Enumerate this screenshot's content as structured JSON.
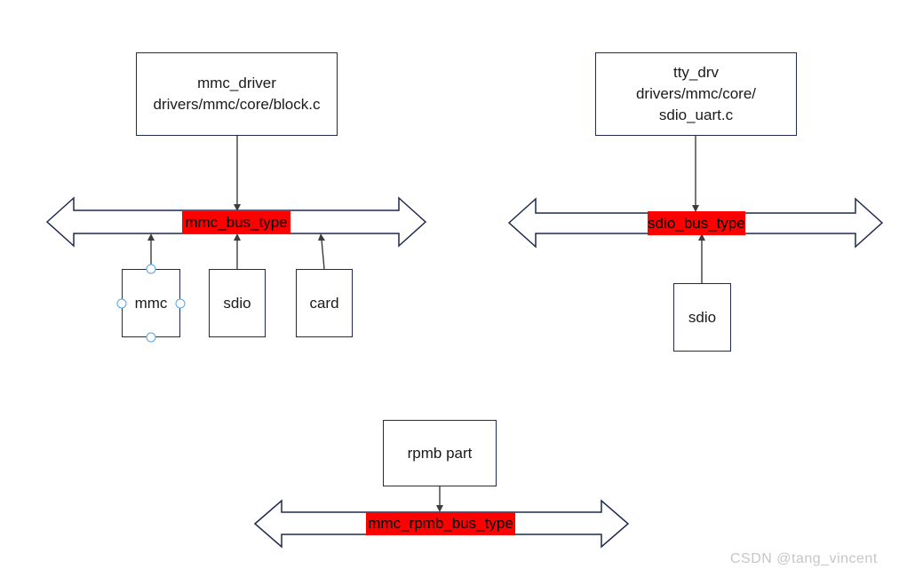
{
  "diagram": {
    "watermark": "CSDN @tang_vincent",
    "colors": {
      "bus-stroke": "#1f2a4e",
      "box-stroke": "#1f2a4e",
      "label-bg": "#ff0000",
      "label-text": "#000000",
      "connector": "#3d3d3d",
      "handle-stroke": "#55a5e6",
      "watermark": "#c6c6c6",
      "text": "#1a1a1a"
    },
    "boxes": {
      "mmc_driver": {
        "lines": [
          "mmc_driver",
          "drivers/mmc/core/block.c"
        ]
      },
      "tty_drv": {
        "lines": [
          "tty_drv",
          "drivers/mmc/core/",
          "sdio_uart.c"
        ]
      },
      "mmc": {
        "label": "mmc"
      },
      "sdio_left": {
        "label": "sdio"
      },
      "card": {
        "label": "card"
      },
      "sdio_right": {
        "label": "sdio"
      },
      "rpmb": {
        "label": "rpmb part"
      }
    },
    "buses": {
      "mmc_bus": {
        "label": "mmc_bus_type"
      },
      "sdio_bus": {
        "label": "sdio_bus_type"
      },
      "mmc_rpmb_bus": {
        "label": "mmc_rpmb_bus_type"
      }
    }
  }
}
